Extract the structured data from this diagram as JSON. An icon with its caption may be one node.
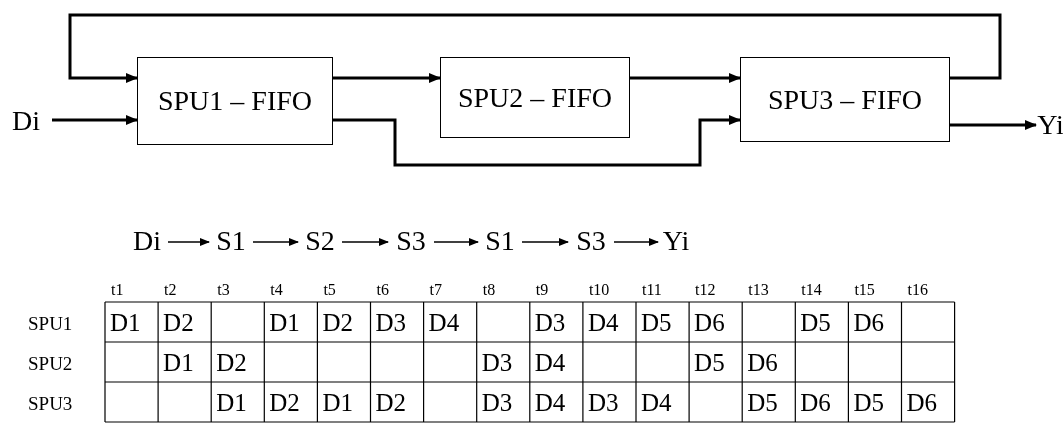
{
  "diagram": {
    "nodes": [
      {
        "text": [
          "Di"
        ]
      },
      {
        "text": [
          "SPU1 – FIFO"
        ]
      },
      {
        "text": [
          "SPU2 – FIFO"
        ]
      },
      {
        "text": [
          "SPU3 – FIFO"
        ]
      },
      {
        "text": [
          "Yi"
        ]
      },
      {
        "text": [
          "Di"
        ]
      },
      {
        "text": [
          "S1"
        ]
      },
      {
        "text": [
          "S2"
        ]
      },
      {
        "text": [
          "S3"
        ]
      },
      {
        "text": [
          "S1"
        ]
      },
      {
        "text": [
          "S3"
        ]
      },
      {
        "text": [
          "Yi"
        ]
      }
    ],
    "edges": [
      {
        "from": 3,
        "to": 1,
        "arrow": "to"
      },
      {
        "from": 0,
        "to": 1,
        "arrow": "to"
      },
      {
        "from": 1,
        "to": 2,
        "arrow": "to"
      },
      {
        "from": 2,
        "to": 3,
        "arrow": "to"
      },
      {
        "from": 1,
        "to": 3,
        "arrow": "to"
      },
      {
        "from": 3,
        "to": 4,
        "arrow": "to"
      },
      {
        "from": 5,
        "to": 6,
        "arrow": "to"
      },
      {
        "from": 6,
        "to": 7,
        "arrow": "to"
      },
      {
        "from": 7,
        "to": 8,
        "arrow": "to"
      },
      {
        "from": 8,
        "to": 9,
        "arrow": "to"
      },
      {
        "from": 9,
        "to": 10,
        "arrow": "to"
      },
      {
        "from": 10,
        "to": 11,
        "arrow": "to"
      }
    ],
    "labels": [
      "t1",
      "t2",
      "t3",
      "t4",
      "t5",
      "t6",
      "t7",
      "t8",
      "t9",
      "t10",
      "t11",
      "t12",
      "t13",
      "t14",
      "t15",
      "t16",
      "SPU1",
      "D1",
      "D2",
      "D1",
      "D2",
      "D3",
      "D4",
      "D3",
      "D4",
      "D5",
      "D6",
      "D5",
      "D6",
      "SPU2",
      "D1",
      "D2",
      "D3",
      "D4",
      "D5",
      "D6",
      "SPU3",
      "D1",
      "D2",
      "D1",
      "D2",
      "D3",
      "D4",
      "D3",
      "D4",
      "D5",
      "D6",
      "D5",
      "D6"
    ]
  }
}
